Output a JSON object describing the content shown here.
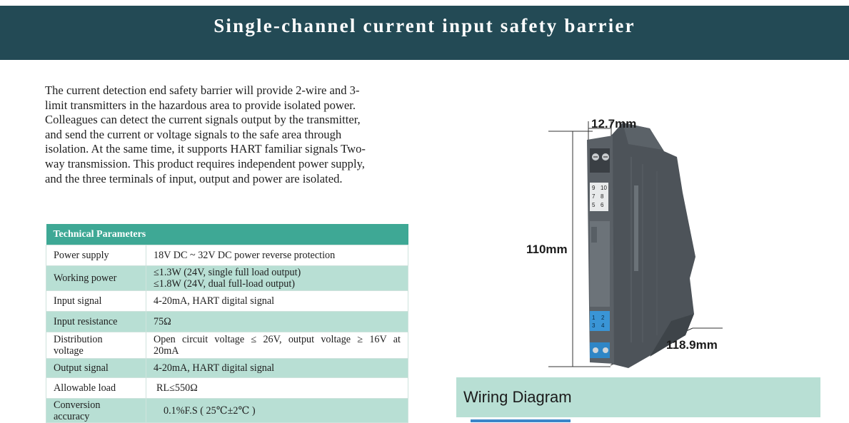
{
  "banner": {
    "title": "Single-channel current input safety barrier"
  },
  "intro": {
    "lines": [
      "The current detection end safety barrier will provide 2-wire and 3-",
      "limit transmitters in the hazardous area to provide isolated power.",
      "Colleagues can detect the current signals output by the transmitter,",
      "and send the current or voltage signals to the safe area through",
      "isolation. At the same time, it supports HART familiar signals Two-",
      "way transmission. This product requires independent power supply,",
      "and the three terminals of input, output and power are isolated."
    ]
  },
  "table": {
    "header": "Technical Parameters",
    "rows": [
      {
        "key": "Power supply",
        "value": "18V DC ~ 32V DC power reverse protection"
      },
      {
        "key": "Working power",
        "value": "≤1.3W (24V, single full load output)",
        "value2": "≤1.8W (24V, dual full-load output)"
      },
      {
        "key": "Input signal",
        "value": "4-20mA, HART digital signal"
      },
      {
        "key": "Input resistance",
        "value": "75Ω"
      },
      {
        "key": "Distribution",
        "key2": "voltage",
        "value": "Open circuit voltage ≤ 26V, output voltage ≥ 16V at",
        "value2": "20mA"
      },
      {
        "key": "Output signal",
        "value": "4-20mA, HART digital signal"
      },
      {
        "key": "Allowable load",
        "value": "RL≤550Ω"
      },
      {
        "key": "Conversion accuracy",
        "value": "0.1%F.S ( 25℃±2℃ )"
      }
    ]
  },
  "product": {
    "dim_width": "12.7mm",
    "dim_height": "110mm",
    "dim_depth": "118.9mm",
    "terminal_top": [
      "9",
      "10",
      "7",
      "8",
      "5",
      "6"
    ],
    "terminal_bottom": [
      "1",
      "2",
      "3",
      "4"
    ],
    "colors": {
      "body": "#4a5056",
      "terminal": "#3a95d6",
      "label": "#e8eaeb"
    }
  },
  "wiring": {
    "title": "Wiring Diagram"
  }
}
